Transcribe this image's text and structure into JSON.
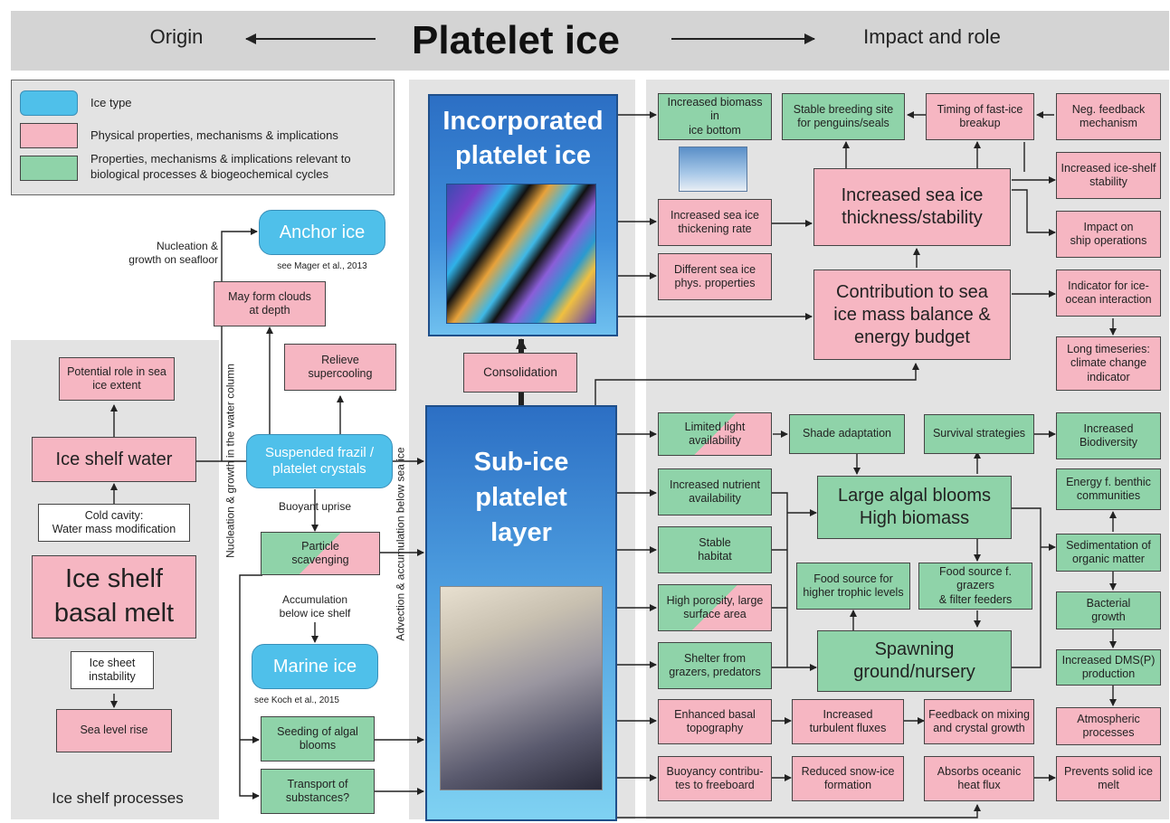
{
  "header": {
    "title": "Platelet ice",
    "left": "Origin",
    "right": "Impact and role"
  },
  "legend": {
    "ice_type": "Ice type",
    "physical": "Physical properties, mechanisms & implications",
    "biological": "Properties, mechanisms & implications relevant to\nbiological processes & biogeochemical cycles"
  },
  "origin": {
    "region_label": "Ice shelf processes",
    "potential_role": "Potential role in sea\nice extent",
    "ice_shelf_water": "Ice shelf water",
    "cold_cavity": "Cold cavity:\nWater mass modification",
    "basal_melt": "Ice shelf\nbasal melt",
    "sheet_instability": "Ice sheet\ninstability",
    "sea_level": "Sea level rise",
    "nucleation_seafloor": "Nucleation &\ngrowth on seafloor",
    "anchor_ice": "Anchor ice",
    "anchor_ref": "see Mager et al., 2013",
    "clouds": "May form clouds\nat depth",
    "relieve": "Relieve\nsupercooling",
    "suspended": "Suspended frazil /\nplatelet crystals",
    "nucleation_column": "Nucleation & growth in the water column",
    "advection": "Advection & accumulation below sea ice",
    "buoyant": "Buoyant uprise",
    "scavenging": "Particle\nscavenging",
    "accumulation": "Accumulation\nbelow ice shelf",
    "marine_ice": "Marine ice",
    "marine_ref": "see Koch et al., 2015",
    "seeding": "Seeding of algal\nblooms",
    "transport": "Transport of\nsubstances?"
  },
  "center": {
    "incorporated": "Incorporated\nplatelet ice",
    "consolidation": "Consolidation",
    "subice": "Sub-ice\nplatelet\nlayer"
  },
  "impact": {
    "biomass_bottom": "Increased biomass in\nice bottom",
    "breeding": "Stable breeding site\nfor penguins/seals",
    "timing": "Timing of fast-ice\nbreakup",
    "neg_feedback": "Neg. feedback\nmechanism",
    "thickness": "Increased sea ice\nthickness/stability",
    "shelf_stability": "Increased ice-shelf\nstability",
    "thickening_rate": "Increased sea ice\nthickening rate",
    "ship_ops": "Impact on\nship operations",
    "phys_props": "Different sea ice\nphys. properties",
    "contribution": "Contribution to sea\nice mass balance &\nenergy budget",
    "indicator": "Indicator for ice-\nocean interaction",
    "timeseries": "Long timeseries:\nclimate change\nindicator",
    "limited_light": "Limited light\navailability",
    "shade": "Shade adaptation",
    "survival": "Survival strategies",
    "biodiversity": "Increased\nBiodiversity",
    "nutrient": "Increased nutrient\navailability",
    "blooms": "Large algal blooms\nHigh biomass",
    "benthic": "Energy f. benthic\ncommunities",
    "habitat": "Stable\nhabitat",
    "food_higher": "Food source for\nhigher trophic levels",
    "food_grazers": "Food source f. grazers\n& filter feeders",
    "sedimentation": "Sedimentation of\norganic matter",
    "porosity": "High porosity,  large\nsurface area",
    "bacterial": "Bacterial\ngrowth",
    "shelter": "Shelter from\ngrazers, predators",
    "spawning": "Spawning\nground/nursery",
    "dms": "Increased DMS(P)\nproduction",
    "basal_topo": "Enhanced basal\ntopography",
    "turbulent": "Increased\nturbulent fluxes",
    "feedback_mixing": "Feedback on mixing\nand crystal growth",
    "atmospheric": "Atmospheric\nprocesses",
    "buoyancy": "Buoyancy contribu-\ntes to freeboard",
    "snow_ice": "Reduced snow-ice\nformation",
    "oceanic_heat": "Absorbs oceanic\nheat flux",
    "prevents_melt": "Prevents solid ice\nmelt"
  },
  "colors": {
    "physical": "#f6b6c2",
    "biological": "#8fd3a9",
    "ice_type": "#4fc0ea",
    "panel_dark": "#2c6fc4",
    "panel_light": "#7fd2f2"
  }
}
